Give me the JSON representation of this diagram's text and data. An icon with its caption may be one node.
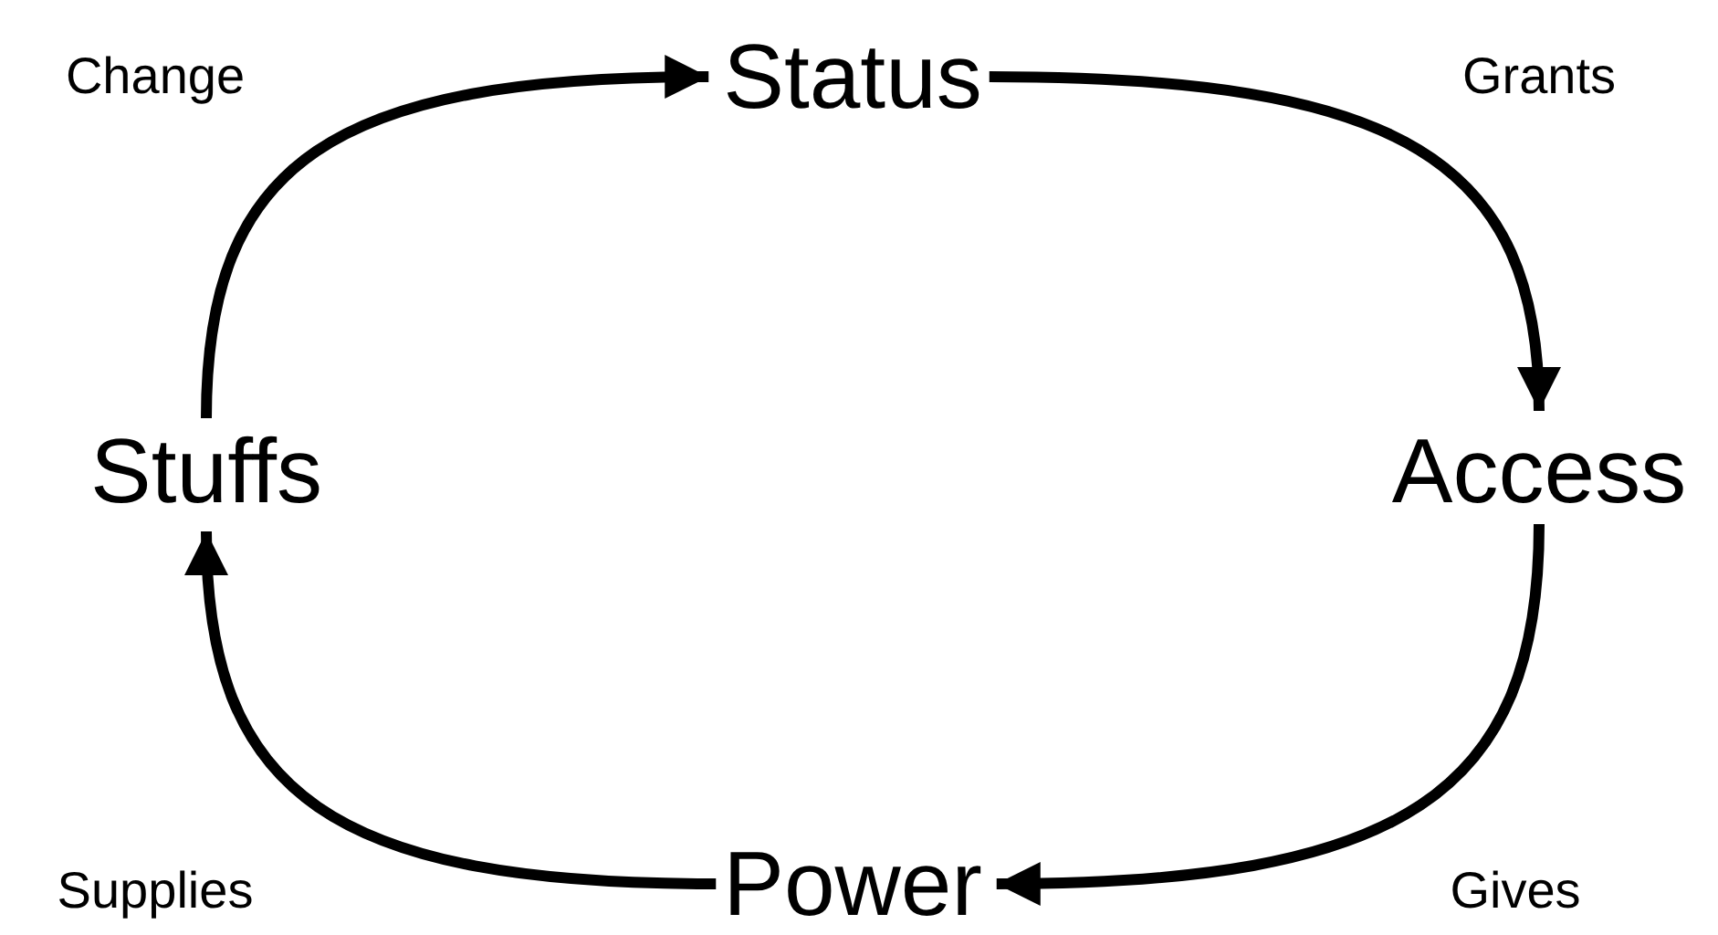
{
  "diagram": {
    "nodes": [
      {
        "text": [
          "Status"
        ]
      },
      {
        "text": [
          "Access"
        ]
      },
      {
        "text": [
          "Power"
        ]
      },
      {
        "text": [
          "Stuffs"
        ]
      }
    ],
    "edges": [
      {
        "from": 3,
        "to": 0,
        "arrow": "to",
        "label": "Change"
      },
      {
        "from": 0,
        "to": 1,
        "arrow": "to",
        "label": "Grants"
      },
      {
        "from": 1,
        "to": 2,
        "arrow": "to",
        "label": "Gives"
      },
      {
        "from": 2,
        "to": 3,
        "arrow": "to",
        "label": "Supplies"
      }
    ]
  }
}
